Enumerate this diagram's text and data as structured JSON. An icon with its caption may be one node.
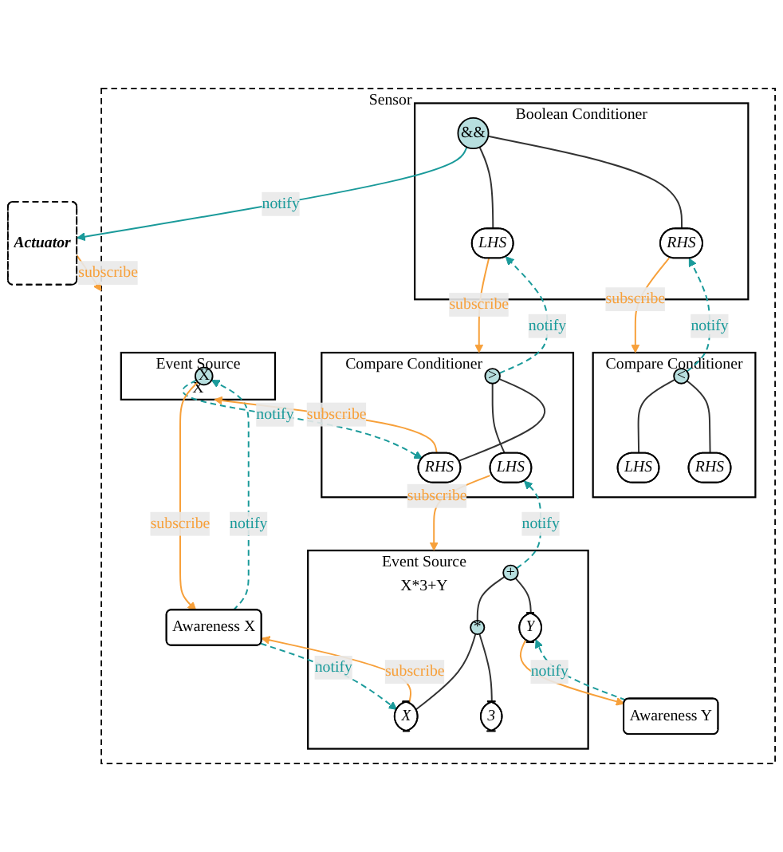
{
  "diagram": {
    "nodes": [
      {
        "text": [
          "Actuator"
        ]
      },
      {
        "text": [
          "Sensor"
        ]
      },
      {
        "text": [
          "Boolean Conditioner"
        ],
        "in": 1
      },
      {
        "text": [
          "&&"
        ],
        "in": 2
      },
      {
        "text": [
          "LHS"
        ],
        "in": 2
      },
      {
        "text": [
          "RHS"
        ],
        "in": 2
      },
      {
        "text": [
          "Compare Conditioner"
        ],
        "in": 1
      },
      {
        "text": [
          ">"
        ],
        "in": 6
      },
      {
        "text": [
          "LHS"
        ],
        "in": 6
      },
      {
        "text": [
          "RHS"
        ],
        "in": 6
      },
      {
        "text": [
          "Compare Conditioner"
        ],
        "in": 1
      },
      {
        "text": [
          "<"
        ],
        "in": 10
      },
      {
        "text": [
          "LHS"
        ],
        "in": 10
      },
      {
        "text": [
          "RHS"
        ],
        "in": 10
      },
      {
        "text": [
          "Event Source",
          "X*3+Y"
        ],
        "in": 1
      },
      {
        "text": [
          "+"
        ],
        "in": 14
      },
      {
        "text": [
          "*"
        ],
        "in": 14
      },
      {
        "text": [
          "Y"
        ],
        "in": 14
      },
      {
        "text": [
          "X"
        ],
        "in": 14
      },
      {
        "text": [
          "3"
        ],
        "in": 14
      },
      {
        "text": [
          "Event Source",
          "X"
        ],
        "in": 1
      },
      {
        "text": [
          "X"
        ],
        "in": 20
      },
      {
        "text": [
          "Awareness X"
        ],
        "in": 1
      },
      {
        "text": [
          "Awareness Y"
        ],
        "in": 1
      }
    ],
    "edges": [
      {
        "from": 0,
        "to": 1,
        "arrow": "to",
        "label": "subscribe",
        "color": "#f7a03a"
      },
      {
        "from": 3,
        "to": 0,
        "arrow": "to",
        "label": "notify",
        "color": "#1a9a9a"
      },
      {
        "from": 3,
        "to": 4,
        "arrow": "none"
      },
      {
        "from": 3,
        "to": 5,
        "arrow": "none"
      },
      {
        "from": 7,
        "to": 4,
        "arrow": "to",
        "label": "notify",
        "style": "dashed",
        "color": "#1a9a9a"
      },
      {
        "from": 4,
        "to": 6,
        "arrow": "to",
        "label": "subscribe",
        "color": "#f7a03a"
      },
      {
        "from": 11,
        "to": 5,
        "arrow": "to",
        "label": "notify",
        "style": "dashed",
        "color": "#1a9a9a"
      },
      {
        "from": 5,
        "to": 10,
        "arrow": "to",
        "label": "subscribe",
        "color": "#f7a03a"
      },
      {
        "from": 7,
        "to": 8,
        "arrow": "none"
      },
      {
        "from": 7,
        "to": 9,
        "arrow": "none"
      },
      {
        "from": 11,
        "to": 12,
        "arrow": "none"
      },
      {
        "from": 11,
        "to": 13,
        "arrow": "none"
      },
      {
        "from": 15,
        "to": 8,
        "arrow": "to",
        "label": "notify",
        "style": "dashed",
        "color": "#1a9a9a"
      },
      {
        "from": 8,
        "to": 14,
        "arrow": "to",
        "label": "subscribe",
        "color": "#f7a03a"
      },
      {
        "from": 21,
        "to": 9,
        "arrow": "to",
        "label": "notify",
        "style": "dashed",
        "color": "#1a9a9a"
      },
      {
        "from": 9,
        "to": 20,
        "arrow": "to",
        "label": "subscribe",
        "color": "#f7a03a"
      },
      {
        "from": 15,
        "to": 16,
        "arrow": "none"
      },
      {
        "from": 15,
        "to": 17,
        "arrow": "none"
      },
      {
        "from": 16,
        "to": 18,
        "arrow": "none"
      },
      {
        "from": 16,
        "to": 19,
        "arrow": "none"
      },
      {
        "from": 18,
        "to": 22,
        "arrow": "to",
        "label": "subscribe",
        "color": "#f7a03a"
      },
      {
        "from": 22,
        "to": 18,
        "arrow": "to",
        "label": "notify",
        "style": "dashed",
        "color": "#1a9a9a"
      },
      {
        "from": 22,
        "to": 21,
        "arrow": "to",
        "label": "notify",
        "style": "dashed",
        "color": "#1a9a9a"
      },
      {
        "from": 21,
        "to": 22,
        "arrow": "to",
        "label": "subscribe",
        "color": "#f7a03a"
      },
      {
        "from": 17,
        "to": 23,
        "arrow": "to",
        "color": "#f7a03a"
      },
      {
        "from": 23,
        "to": 17,
        "arrow": "to",
        "label": "notify",
        "style": "dashed",
        "color": "#1a9a9a"
      }
    ]
  }
}
